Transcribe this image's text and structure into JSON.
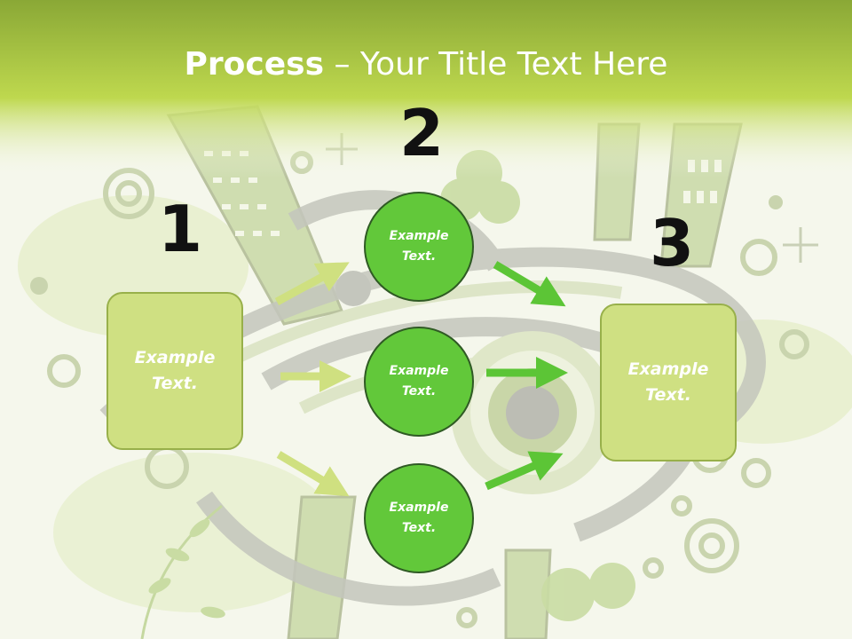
{
  "slide": {
    "title_bold": "Process",
    "title_dash": "–",
    "title_rest": "Your Title Text Here"
  },
  "steps": {
    "one": "1",
    "two": "2",
    "three": "3"
  },
  "boxes": {
    "left": "Example Text.",
    "right": "Example Text."
  },
  "circles": {
    "top": "Example Text.",
    "middle": "Example Text.",
    "bottom": "Example Text."
  },
  "colors": {
    "header_green": "#9db83a",
    "box_fill": "#cfe082",
    "circle_fill": "#62c83a",
    "arrow_light": "#cfe080",
    "arrow_green": "#5cc536"
  }
}
